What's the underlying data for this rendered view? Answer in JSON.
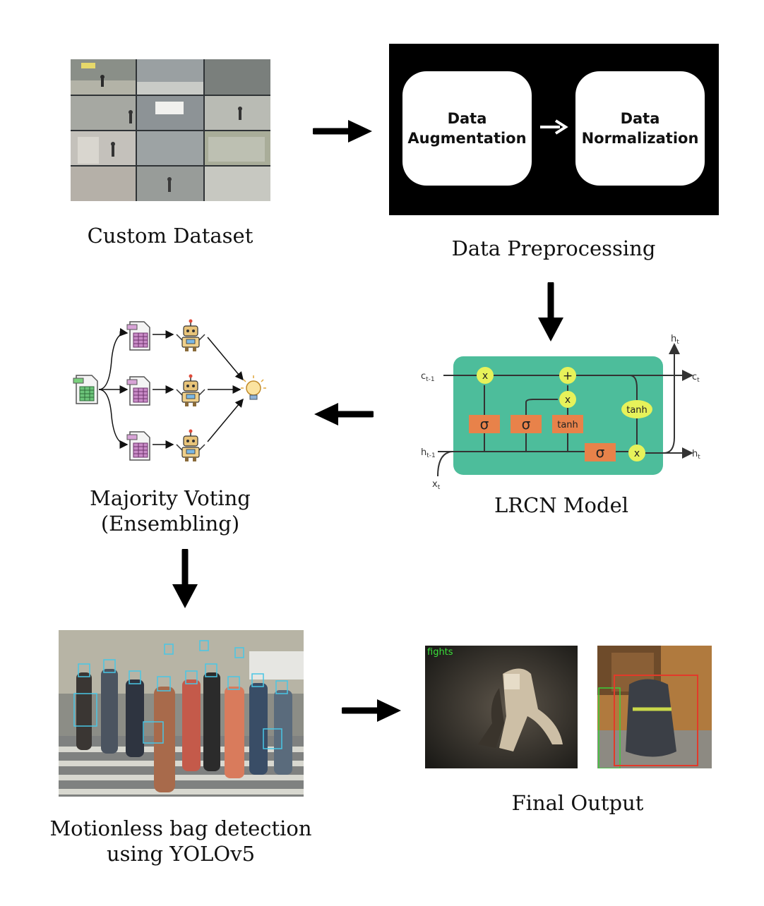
{
  "captions": {
    "custom_dataset": "Custom Dataset",
    "data_preprocessing": "Data Preprocessing",
    "lrcn_model": "LRCN Model",
    "majority_voting_line1": "Majority Voting",
    "majority_voting_line2": "(Ensembling)",
    "bag_detection_line1": "Motionless bag detection",
    "bag_detection_line2": "using YOLOv5",
    "final_output": "Final Output"
  },
  "preprocessing": {
    "box1_line1": "Data",
    "box1_line2": "Augmentation",
    "box2_line1": "Data",
    "box2_line2": "Normalization"
  },
  "lstm": {
    "c_prev": "c",
    "c_prev_sub": "t-1",
    "h_prev": "h",
    "h_prev_sub": "t-1",
    "x_t": "x",
    "x_t_sub": "t",
    "c_t": "c",
    "c_t_sub": "t",
    "h_t": "h",
    "h_t_sub": "t",
    "h_top": "h",
    "h_top_sub": "t",
    "mult": "x",
    "add": "+",
    "sigma": "σ",
    "tanh": "tanh",
    "colors": {
      "cell": "#4dbd9b",
      "gate": "#e8824a",
      "op": "#e7f25a"
    }
  },
  "final_output": {
    "fight_label": "fights"
  },
  "colors": {
    "arrow": "#000000",
    "preprocessing_bg": "#000000"
  }
}
